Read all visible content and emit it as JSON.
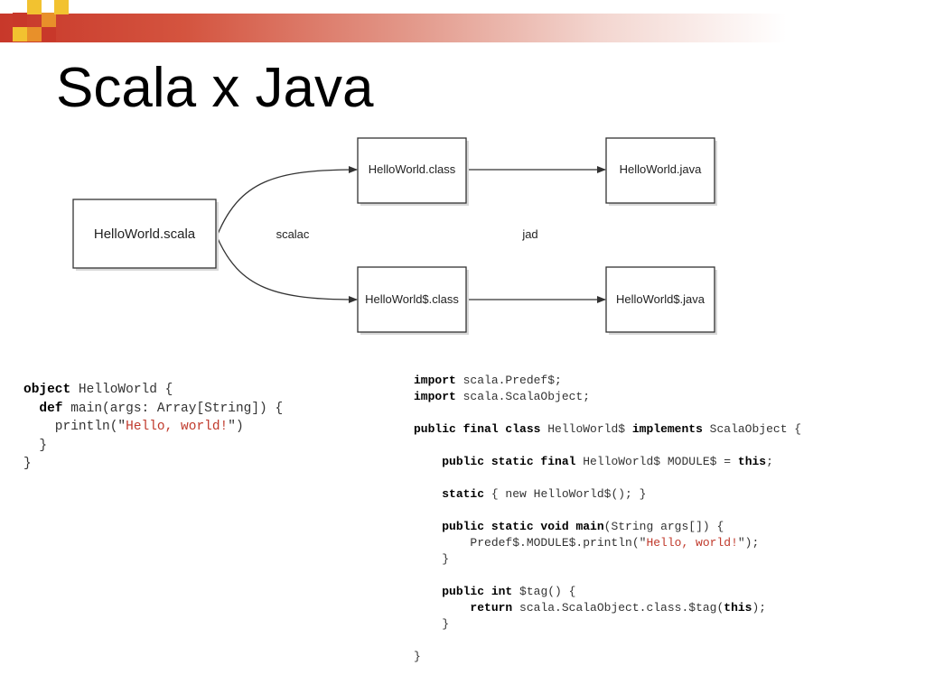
{
  "slide": {
    "title": "Scala x Java"
  },
  "diagram": {
    "nodes": {
      "source": "HelloWorld.scala",
      "class_file": "HelloWorld.class",
      "module_class_file": "HelloWorld$.class",
      "java_file": "HelloWorld.java",
      "module_java_file": "HelloWorld$.java"
    },
    "edge_labels": {
      "compiler": "scalac",
      "decompiler": "jad"
    }
  },
  "scala_code": [
    [
      {
        "t": "object",
        "k": "kw"
      },
      {
        "t": " HelloWorld {"
      }
    ],
    [
      {
        "t": "  "
      },
      {
        "t": "def",
        "k": "kw"
      },
      {
        "t": " main(args: Array[String]) {"
      }
    ],
    [
      {
        "t": "    println(\""
      },
      {
        "t": "Hello, world!",
        "k": "str"
      },
      {
        "t": "\")"
      }
    ],
    [
      {
        "t": "  }"
      }
    ],
    [
      {
        "t": "}"
      }
    ]
  ],
  "java_code": [
    [
      {
        "t": "import",
        "k": "kw"
      },
      {
        "t": " scala.Predef$;"
      }
    ],
    [
      {
        "t": "import",
        "k": "kw"
      },
      {
        "t": " scala.ScalaObject;"
      }
    ],
    [],
    [
      {
        "t": "public final class",
        "k": "kw"
      },
      {
        "t": " HelloWorld$ "
      },
      {
        "t": "implements",
        "k": "kw"
      },
      {
        "t": " ScalaObject {"
      }
    ],
    [],
    [
      {
        "t": "    "
      },
      {
        "t": "public static final",
        "k": "kw"
      },
      {
        "t": " HelloWorld$ MODULE$ = "
      },
      {
        "t": "this",
        "k": "kw"
      },
      {
        "t": ";"
      }
    ],
    [],
    [
      {
        "t": "    "
      },
      {
        "t": "static",
        "k": "kw"
      },
      {
        "t": " { new HelloWorld$(); }"
      }
    ],
    [],
    [
      {
        "t": "    "
      },
      {
        "t": "public static void main",
        "k": "kw"
      },
      {
        "t": "(String args[]) {"
      }
    ],
    [
      {
        "t": "        Predef$.MODULE$.println(\""
      },
      {
        "t": "Hello, world!",
        "k": "str"
      },
      {
        "t": "\");"
      }
    ],
    [
      {
        "t": "    }"
      }
    ],
    [],
    [
      {
        "t": "    "
      },
      {
        "t": "public int",
        "k": "kw"
      },
      {
        "t": " $tag() {"
      }
    ],
    [
      {
        "t": "        "
      },
      {
        "t": "return",
        "k": "kw"
      },
      {
        "t": " scala.ScalaObject.class.$tag("
      },
      {
        "t": "this",
        "k": "kw"
      },
      {
        "t": ");"
      }
    ],
    [
      {
        "t": "    }"
      }
    ],
    [],
    [
      {
        "t": "}"
      }
    ]
  ],
  "colors": {
    "accent_red": "#c8382a",
    "accent_orange": "#e8902a",
    "accent_yellow": "#f2c230",
    "string_red": "#c0392b"
  }
}
